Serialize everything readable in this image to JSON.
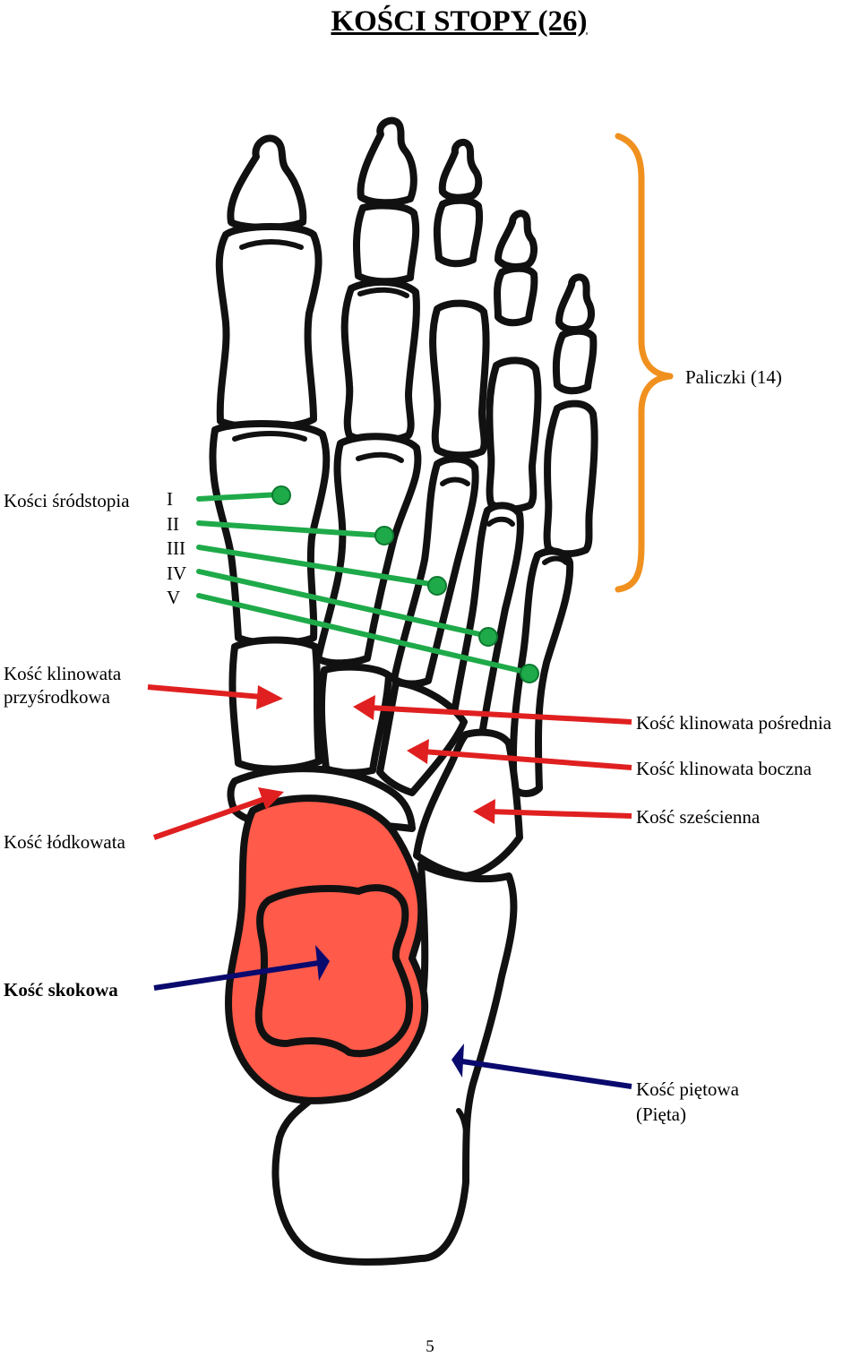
{
  "title": "KOŚCI STOPY (26)",
  "labels": {
    "phalanges": "Paliczki (14)",
    "metatarsals": "Kości śródstopia",
    "metatarsal_numbers": [
      "I",
      "II",
      "III",
      "IV",
      "V"
    ],
    "medial_cuneiform_line1": "Kość klinowata",
    "medial_cuneiform_line2": "przyśrodkowa",
    "intermediate_cuneiform": "Kość klinowata pośrednia",
    "lateral_cuneiform": "Kość klinowata boczna",
    "cuboid": "Kość sześcienna",
    "navicular": "Kość łódkowata",
    "talus": "Kość skokowa",
    "calcaneus_line1": "Kość piętowa",
    "calcaneus_line2": "(Pięta)"
  },
  "page_number": "5",
  "colors": {
    "bone_outline": "#111111",
    "highlight_fill": "#ff5a4a",
    "highlight_edge": "#e8d8a0",
    "green_pointer": "#1faa4a",
    "red_pointer": "#e02020",
    "navy_pointer": "#0a0a6e",
    "brace": "#f0901e"
  }
}
